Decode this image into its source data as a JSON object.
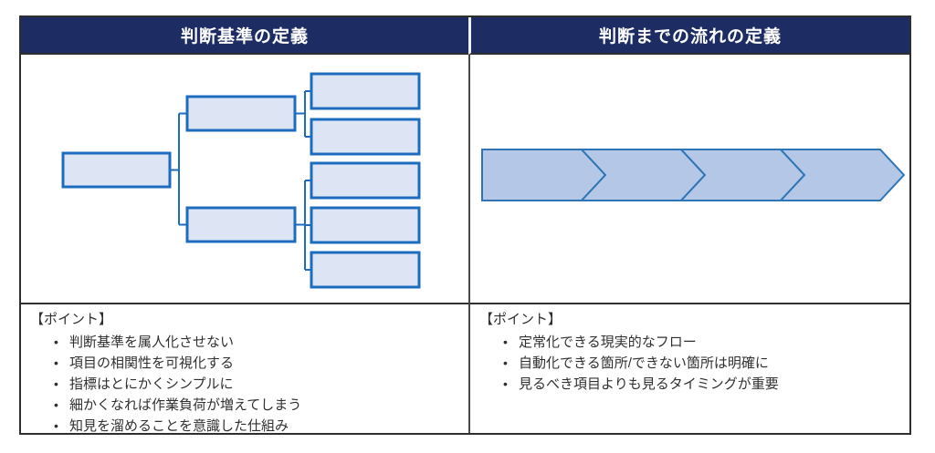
{
  "slide": {
    "columns": [
      {
        "header": "判断基準の定義",
        "diagram": {
          "type": "tree",
          "root_nodes": 1,
          "branch_nodes": 2,
          "leaf_nodes": 5,
          "node_labels": []
        },
        "points_title": "【ポイント】",
        "points": [
          "判断基準を属人化させない",
          "項目の相関性を可視化する",
          "指標はとにかくシンプルに",
          "細かくなれば作業負荷が増えてしまう",
          "知見を溜めることを意識した仕組み"
        ]
      },
      {
        "header": "判断までの流れの定義",
        "diagram": {
          "type": "chevron-flow",
          "steps": 4,
          "step_labels": []
        },
        "points_title": "【ポイント】",
        "points": [
          "定常化できる現実的なフロー",
          "自動化できる箇所/できない箇所は明確に",
          "見るべき項目よりも見るタイミングが重要"
        ]
      }
    ],
    "colors": {
      "header_bg": "#1d2d64",
      "header_text": "#ffffff",
      "box_fill": "#dde5f4",
      "box_border": "#1d6cc0",
      "flow_fill": "#b4c7e7",
      "flow_border": "#2e75b6",
      "table_border": "#2f2f2f",
      "text_color": "#303030"
    }
  }
}
